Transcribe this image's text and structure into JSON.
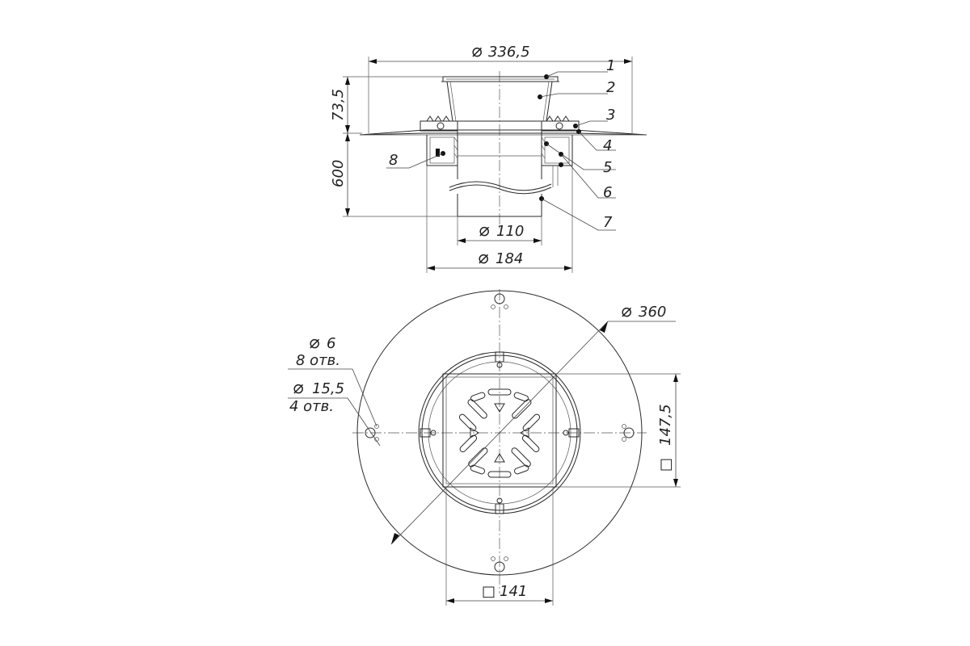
{
  "side_view": {
    "dim_flange_diameter": "336,5",
    "dim_height_top": "73,5",
    "dim_height_pipe": "600",
    "dim_pipe_diameter": "110",
    "dim_body_diameter": "184",
    "callouts": [
      "1",
      "2",
      "3",
      "4",
      "5",
      "6",
      "7",
      "8"
    ]
  },
  "top_view": {
    "dim_outer_diameter": "360",
    "dim_small_hole_diameter": "6",
    "small_hole_count": "8 отв.",
    "dim_large_hole_diameter": "15,5",
    "large_hole_count": "4 отв.",
    "dim_frame_side": "147,5",
    "dim_grate_side": "141"
  },
  "symbols": {
    "diameter": "⌀",
    "square": "□"
  }
}
